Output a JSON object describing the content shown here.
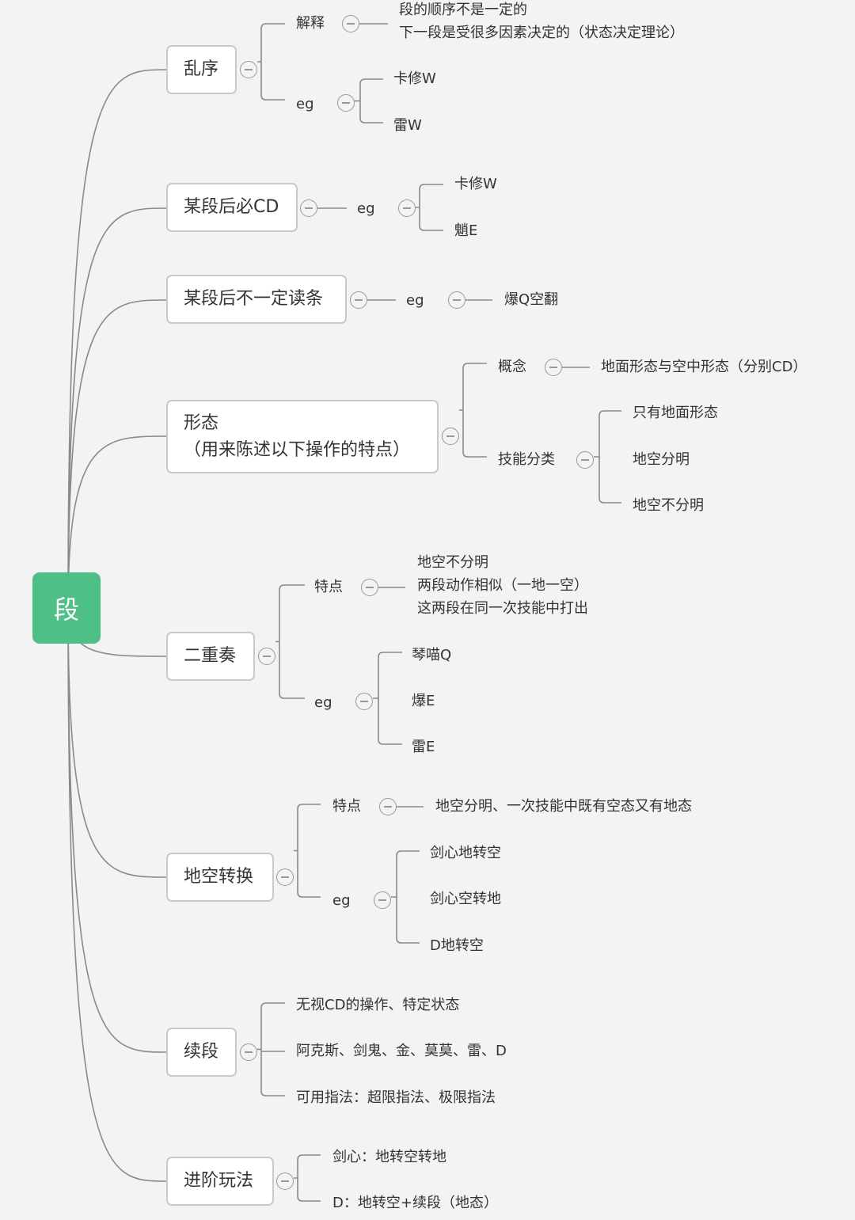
{
  "root": {
    "label": "段",
    "color": "#4dbf87"
  },
  "branches": [
    {
      "label": "乱序",
      "children": [
        {
          "label": "解释",
          "detail": [
            "段的顺序不是一定的",
            "下一段是受很多因素决定的（状态决定理论）"
          ]
        },
        {
          "label": "eg",
          "items": [
            "卡修W",
            "雷W"
          ]
        }
      ]
    },
    {
      "label": "某段后必CD",
      "children": [
        {
          "label": "eg",
          "items": [
            "卡修W",
            "魈E"
          ]
        }
      ]
    },
    {
      "label": "某段后不一定读条",
      "children": [
        {
          "label": "eg",
          "items": [
            "爆Q空翻"
          ]
        }
      ]
    },
    {
      "label": "形态",
      "label2": "（用来陈述以下操作的特点）",
      "children": [
        {
          "label": "概念",
          "items": [
            "地面形态与空中形态（分别CD）"
          ]
        },
        {
          "label": "技能分类",
          "items": [
            "只有地面形态",
            "地空分明",
            "地空不分明"
          ]
        }
      ]
    },
    {
      "label": "二重奏",
      "children": [
        {
          "label": "特点",
          "detail": [
            "地空不分明",
            "两段动作相似（一地一空）",
            "这两段在同一次技能中打出"
          ]
        },
        {
          "label": "eg",
          "items": [
            "琴喵Q",
            "爆E",
            "雷E"
          ]
        }
      ]
    },
    {
      "label": "地空转换",
      "children": [
        {
          "label": "特点",
          "items": [
            "地空分明、一次技能中既有空态又有地态"
          ]
        },
        {
          "label": "eg",
          "items": [
            "剑心地转空",
            "剑心空转地",
            "D地转空"
          ]
        }
      ]
    },
    {
      "label": "续段",
      "items": [
        "无视CD的操作、特定状态",
        "阿克斯、剑鬼、金、莫莫、雷、D",
        "可用指法：超限指法、极限指法"
      ]
    },
    {
      "label": "进阶玩法",
      "items": [
        "剑心：地转空转地",
        "D：地转空+续段（地态）"
      ]
    }
  ]
}
